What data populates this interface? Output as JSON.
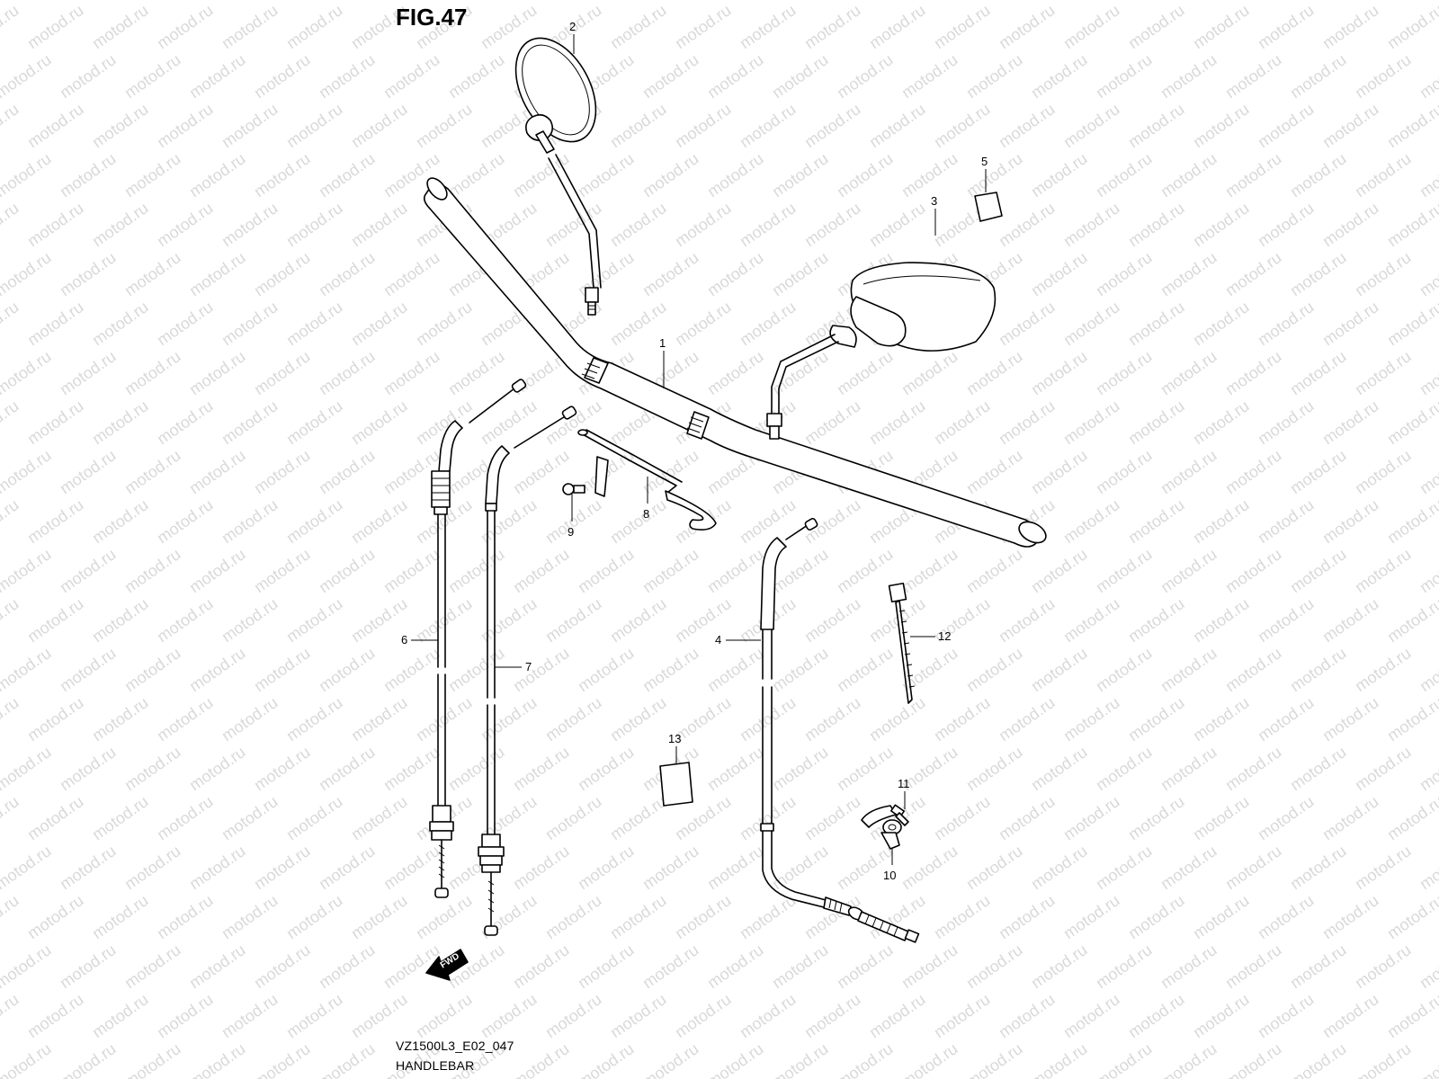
{
  "figure": {
    "title": "FIG.47",
    "code": "VZ1500L3_E02_047",
    "name": "HANDLEBAR",
    "fwd_label": "FWD"
  },
  "watermark": {
    "text": "motod.ru",
    "color": "#d9d9d9"
  },
  "callouts": [
    "1",
    "2",
    "3",
    "4",
    "5",
    "6",
    "7",
    "8",
    "9",
    "10",
    "11",
    "12",
    "13"
  ]
}
